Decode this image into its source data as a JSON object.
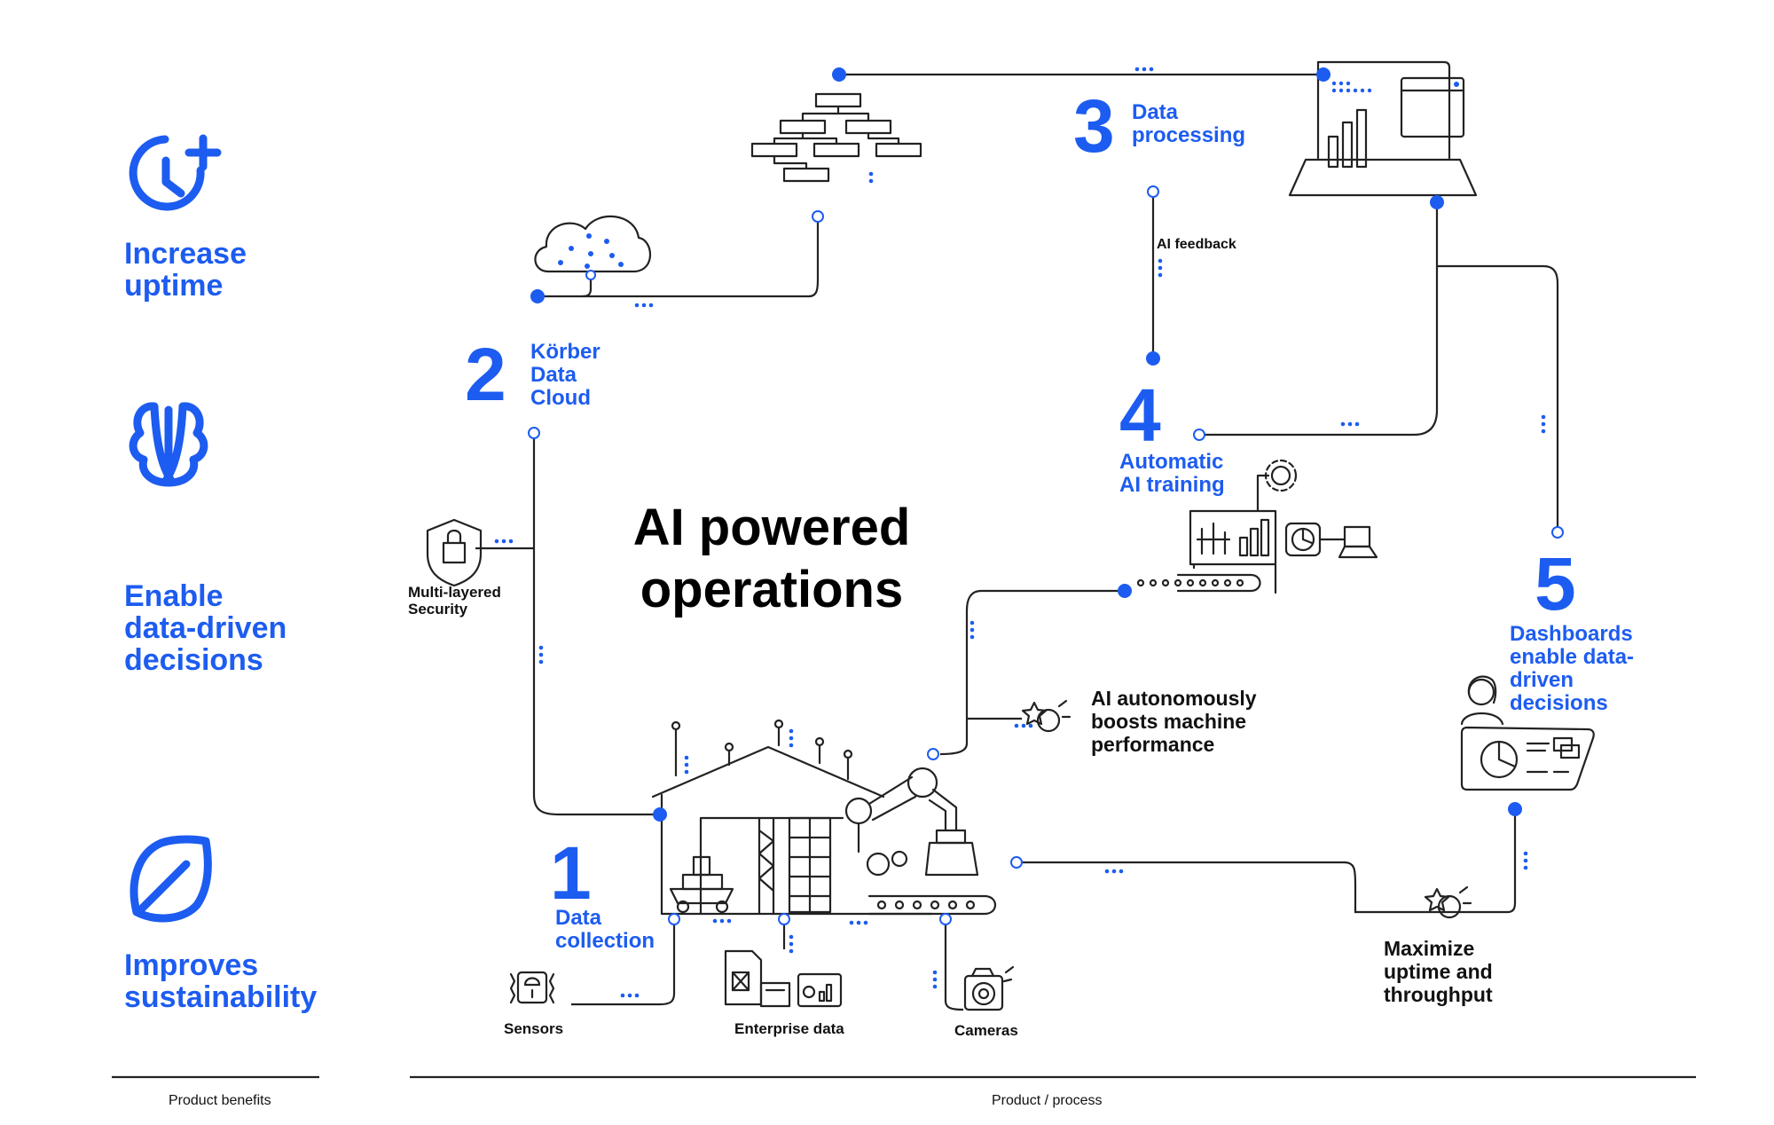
{
  "title": "AI powered operations",
  "benefits": [
    {
      "label": "Increase uptime"
    },
    {
      "label": "Enable data-driven decisions"
    },
    {
      "label": "Improves sustainability"
    }
  ],
  "steps": [
    {
      "number": "1",
      "label": "Data collection"
    },
    {
      "number": "2",
      "label": "Körber Data Cloud"
    },
    {
      "number": "3",
      "label": "Data processing"
    },
    {
      "number": "4",
      "label": "Automatic AI training"
    },
    {
      "number": "5",
      "label": "Dashboards enable data-driven decisions"
    }
  ],
  "labels": {
    "security": "Multi-layered Security",
    "ai_feedback": "AI feedback",
    "sensors": "Sensors",
    "enterprise": "Enterprise data",
    "cameras": "Cameras"
  },
  "outcomes": {
    "boost": "AI autonomously boosts machine performance",
    "maximize": "Maximize uptime and throughput"
  },
  "footer": {
    "benefits": "Product benefits",
    "process": "Product / process"
  },
  "colors": {
    "accent": "#1d5cf0",
    "line": "#222222",
    "text": "#111111"
  },
  "icons": [
    "clock-plus-icon",
    "brain-icon",
    "leaf-icon",
    "cloud-icon",
    "hierarchy-icon",
    "laptop-dashboard-icon",
    "shield-lock-icon",
    "sensor-icon",
    "documents-icon",
    "camera-icon",
    "factory-icon",
    "ai-training-machine-icon",
    "person-dashboard-icon",
    "gear-icon",
    "dollar-star-icon"
  ]
}
